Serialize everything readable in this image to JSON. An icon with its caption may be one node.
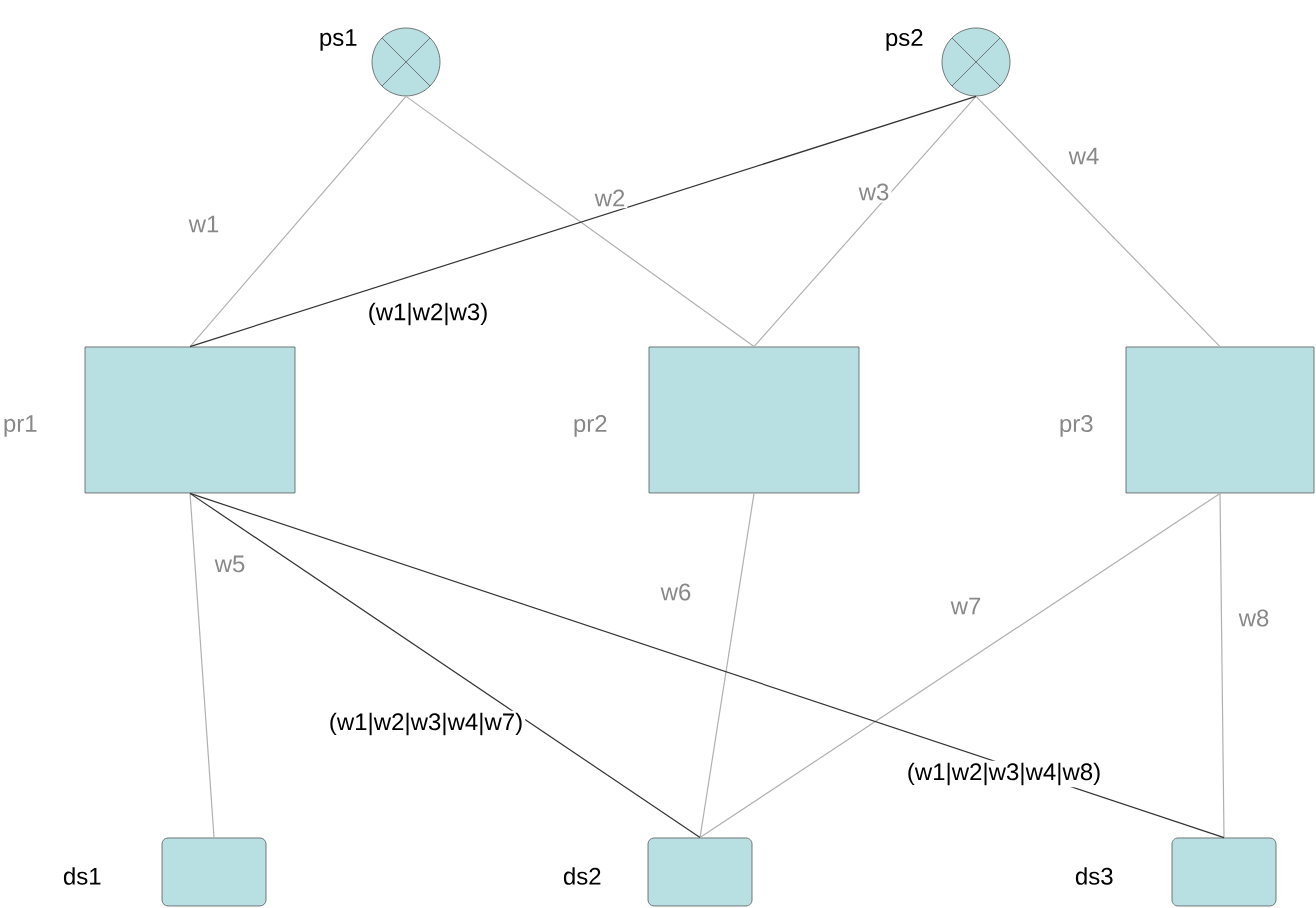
{
  "diagram": {
    "nodes": [
      {
        "text": [],
        "shape": "circle",
        "beside": [
          "ps1"
        ]
      },
      {
        "text": [],
        "shape": "circle",
        "beside": [
          "ps2"
        ]
      },
      {
        "text": [],
        "shape": "box",
        "beside": [
          "pr1"
        ]
      },
      {
        "text": [],
        "shape": "box",
        "beside": [
          "pr2"
        ]
      },
      {
        "text": [],
        "shape": "box",
        "beside": [
          "pr3"
        ]
      },
      {
        "text": [],
        "shape": "box",
        "beside": [
          "ds1"
        ]
      },
      {
        "text": [],
        "shape": "box",
        "beside": [
          "ds2"
        ]
      },
      {
        "text": [],
        "shape": "box",
        "beside": [
          "ds3"
        ]
      }
    ],
    "edges": [
      {
        "from": 0,
        "to": 2,
        "arrow": "none",
        "label": "w1"
      },
      {
        "from": 0,
        "to": 3,
        "arrow": "none",
        "label": "w2"
      },
      {
        "from": 1,
        "to": 3,
        "arrow": "none",
        "label": "w3"
      },
      {
        "from": 1,
        "to": 4,
        "arrow": "none",
        "label": "w4"
      },
      {
        "from": 1,
        "to": 2,
        "arrow": "none",
        "label": "(w1|w2|w3)",
        "color": "#333333"
      },
      {
        "from": 2,
        "to": 5,
        "arrow": "none",
        "label": "w5"
      },
      {
        "from": 3,
        "to": 6,
        "arrow": "none",
        "label": "w6"
      },
      {
        "from": 4,
        "to": 6,
        "arrow": "none",
        "label": "w7"
      },
      {
        "from": 4,
        "to": 7,
        "arrow": "none",
        "label": "w8"
      },
      {
        "from": 2,
        "to": 6,
        "arrow": "none",
        "label": "(w1|w2|w3|w4|w7)",
        "color": "#333333"
      },
      {
        "from": 2,
        "to": 7,
        "arrow": "none",
        "label": "(w1|w2|w3|w4|w8)",
        "color": "#333333"
      }
    ]
  }
}
